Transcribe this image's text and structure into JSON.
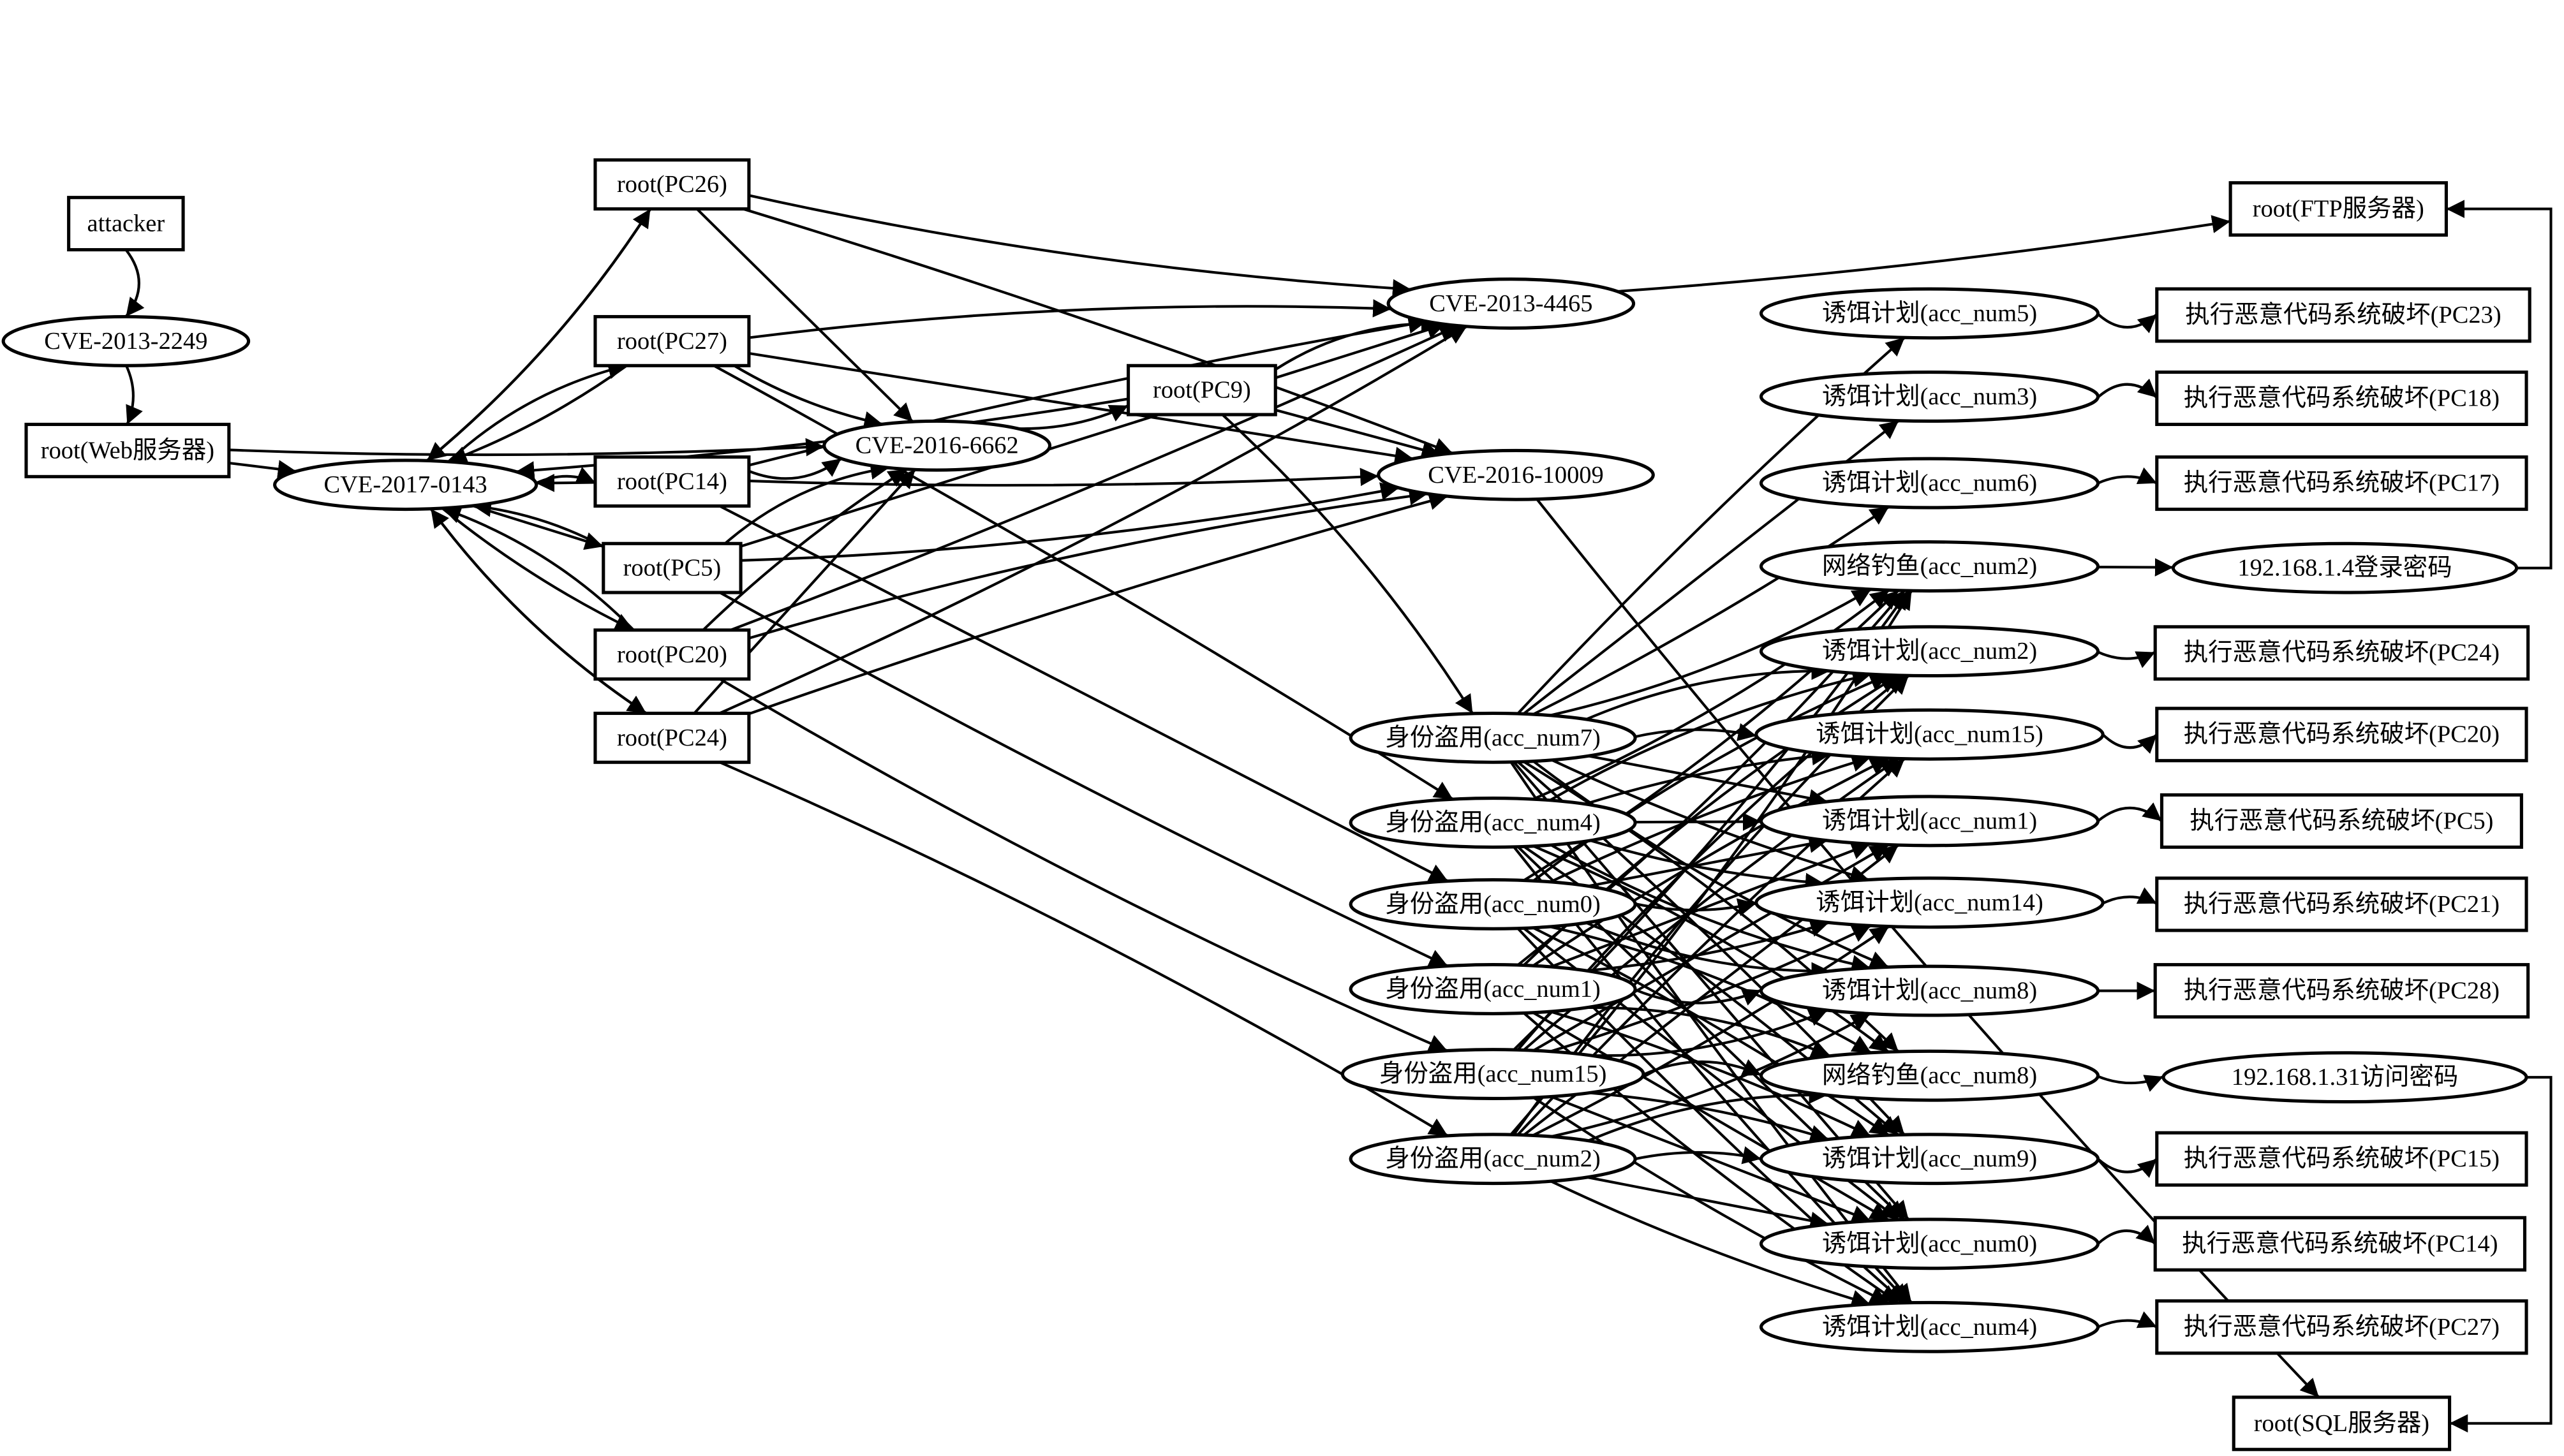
{
  "title": "攻击图",
  "nodes": [
    {
      "id": "attacker",
      "label": "attacker",
      "shape": "box"
    },
    {
      "id": "cve20132249",
      "label": "CVE-2013-2249",
      "shape": "ellipse"
    },
    {
      "id": "rootweb",
      "label": "root(Web服务器)",
      "shape": "box"
    },
    {
      "id": "cve20170143",
      "label": "CVE-2017-0143",
      "shape": "ellipse"
    },
    {
      "id": "pc26",
      "label": "root(PC26)",
      "shape": "box"
    },
    {
      "id": "pc27",
      "label": "root(PC27)",
      "shape": "box"
    },
    {
      "id": "pc14",
      "label": "root(PC14)",
      "shape": "box"
    },
    {
      "id": "pc5",
      "label": "root(PC5)",
      "shape": "box"
    },
    {
      "id": "pc20",
      "label": "root(PC20)",
      "shape": "box"
    },
    {
      "id": "pc24",
      "label": "root(PC24)",
      "shape": "box"
    },
    {
      "id": "cve20166662",
      "label": "CVE-2016-6662",
      "shape": "ellipse"
    },
    {
      "id": "pc9",
      "label": "root(PC9)",
      "shape": "box"
    },
    {
      "id": "cve20134465",
      "label": "CVE-2013-4465",
      "shape": "ellipse"
    },
    {
      "id": "cve201610009",
      "label": "CVE-2016-10009",
      "shape": "ellipse"
    },
    {
      "id": "id7",
      "label": "身份盗用(acc_num7)",
      "shape": "ellipse"
    },
    {
      "id": "id4",
      "label": "身份盗用(acc_num4)",
      "shape": "ellipse"
    },
    {
      "id": "id0",
      "label": "身份盗用(acc_num0)",
      "shape": "ellipse"
    },
    {
      "id": "id1",
      "label": "身份盗用(acc_num1)",
      "shape": "ellipse"
    },
    {
      "id": "id15",
      "label": "身份盗用(acc_num15)",
      "shape": "ellipse"
    },
    {
      "id": "id2",
      "label": "身份盗用(acc_num2)",
      "shape": "ellipse"
    },
    {
      "id": "bait5",
      "label": "诱饵计划(acc_num5)",
      "shape": "ellipse"
    },
    {
      "id": "bait3",
      "label": "诱饵计划(acc_num3)",
      "shape": "ellipse"
    },
    {
      "id": "bait6",
      "label": "诱饵计划(acc_num6)",
      "shape": "ellipse"
    },
    {
      "id": "phish2",
      "label": "网络钓鱼(acc_num2)",
      "shape": "ellipse"
    },
    {
      "id": "bait2",
      "label": "诱饵计划(acc_num2)",
      "shape": "ellipse"
    },
    {
      "id": "bait15",
      "label": "诱饵计划(acc_num15)",
      "shape": "ellipse"
    },
    {
      "id": "bait1",
      "label": "诱饵计划(acc_num1)",
      "shape": "ellipse"
    },
    {
      "id": "bait14",
      "label": "诱饵计划(acc_num14)",
      "shape": "ellipse"
    },
    {
      "id": "bait8",
      "label": "诱饵计划(acc_num8)",
      "shape": "ellipse"
    },
    {
      "id": "phish8",
      "label": "网络钓鱼(acc_num8)",
      "shape": "ellipse"
    },
    {
      "id": "bait9",
      "label": "诱饵计划(acc_num9)",
      "shape": "ellipse"
    },
    {
      "id": "bait0",
      "label": "诱饵计划(acc_num0)",
      "shape": "ellipse"
    },
    {
      "id": "bait4",
      "label": "诱饵计划(acc_num4)",
      "shape": "ellipse"
    },
    {
      "id": "rootftp",
      "label": "root(FTP服务器)",
      "shape": "box"
    },
    {
      "id": "pw14",
      "label": "192.168.1.4登录密码",
      "shape": "ellipse"
    },
    {
      "id": "pw131",
      "label": "192.168.1.31访问密码",
      "shape": "ellipse"
    },
    {
      "id": "rootsql",
      "label": "root(SQL服务器)",
      "shape": "box"
    },
    {
      "id": "mal23",
      "label": "执行恶意代码系统破坏(PC23)",
      "shape": "box"
    },
    {
      "id": "mal18",
      "label": "执行恶意代码系统破坏(PC18)",
      "shape": "box"
    },
    {
      "id": "mal17",
      "label": "执行恶意代码系统破坏(PC17)",
      "shape": "box"
    },
    {
      "id": "mal24",
      "label": "执行恶意代码系统破坏(PC24)",
      "shape": "box"
    },
    {
      "id": "mal20",
      "label": "执行恶意代码系统破坏(PC20)",
      "shape": "box"
    },
    {
      "id": "mal5",
      "label": "执行恶意代码系统破坏(PC5)",
      "shape": "box"
    },
    {
      "id": "mal21",
      "label": "执行恶意代码系统破坏(PC21)",
      "shape": "box"
    },
    {
      "id": "mal28",
      "label": "执行恶意代码系统破坏(PC28)",
      "shape": "box"
    },
    {
      "id": "mal15",
      "label": "执行恶意代码系统破坏(PC15)",
      "shape": "box"
    },
    {
      "id": "mal14",
      "label": "执行恶意代码系统破坏(PC14)",
      "shape": "box"
    },
    {
      "id": "mal27",
      "label": "执行恶意代码系统破坏(PC27)",
      "shape": "box"
    }
  ],
  "edges": [
    [
      "attacker",
      "cve20132249"
    ],
    [
      "cve20132249",
      "rootweb"
    ],
    [
      "rootweb",
      "cve20170143"
    ],
    [
      "rootweb",
      "cve20166662"
    ],
    [
      "cve20170143",
      "pc26"
    ],
    [
      "cve20170143",
      "pc27"
    ],
    [
      "cve20170143",
      "pc14"
    ],
    [
      "cve20170143",
      "pc5"
    ],
    [
      "cve20170143",
      "pc20"
    ],
    [
      "cve20170143",
      "pc24"
    ],
    [
      "pc26",
      "cve20170143"
    ],
    [
      "pc27",
      "cve20170143"
    ],
    [
      "pc14",
      "cve20170143"
    ],
    [
      "pc5",
      "cve20170143"
    ],
    [
      "pc20",
      "cve20170143"
    ],
    [
      "pc24",
      "cve20170143"
    ],
    [
      "pc9",
      "cve20170143"
    ],
    [
      "pc26",
      "cve20166662"
    ],
    [
      "pc27",
      "cve20166662"
    ],
    [
      "pc14",
      "cve20166662"
    ],
    [
      "pc5",
      "cve20166662"
    ],
    [
      "pc20",
      "cve20166662"
    ],
    [
      "pc24",
      "cve20166662"
    ],
    [
      "cve20166662",
      "pc9"
    ],
    [
      "pc26",
      "cve20134465"
    ],
    [
      "pc27",
      "cve20134465"
    ],
    [
      "pc14",
      "cve20134465"
    ],
    [
      "pc5",
      "cve20134465"
    ],
    [
      "pc20",
      "cve20134465"
    ],
    [
      "pc24",
      "cve20134465"
    ],
    [
      "pc9",
      "cve20134465"
    ],
    [
      "pc26",
      "cve201610009"
    ],
    [
      "pc27",
      "cve201610009"
    ],
    [
      "pc14",
      "cve201610009"
    ],
    [
      "pc5",
      "cve201610009"
    ],
    [
      "pc20",
      "cve201610009"
    ],
    [
      "pc24",
      "cve201610009"
    ],
    [
      "pc9",
      "cve201610009"
    ],
    [
      "cve20134465",
      "rootftp"
    ],
    [
      "cve201610009",
      "rootsql"
    ],
    [
      "pc9",
      "id7"
    ],
    [
      "pc27",
      "id4"
    ],
    [
      "pc14",
      "id0"
    ],
    [
      "pc5",
      "id1"
    ],
    [
      "pc20",
      "id15"
    ],
    [
      "pc24",
      "id2"
    ],
    [
      "id7",
      "bait5"
    ],
    [
      "id7",
      "bait3"
    ],
    [
      "id7",
      "bait6"
    ],
    [
      "id7",
      "phish2"
    ],
    [
      "id7",
      "bait2"
    ],
    [
      "id7",
      "bait15"
    ],
    [
      "id7",
      "bait1"
    ],
    [
      "id7",
      "bait14"
    ],
    [
      "id7",
      "bait8"
    ],
    [
      "id7",
      "phish8"
    ],
    [
      "id7",
      "bait9"
    ],
    [
      "id7",
      "bait0"
    ],
    [
      "id7",
      "bait4"
    ],
    [
      "id4",
      "phish2"
    ],
    [
      "id4",
      "bait2"
    ],
    [
      "id4",
      "bait15"
    ],
    [
      "id4",
      "bait1"
    ],
    [
      "id4",
      "bait14"
    ],
    [
      "id4",
      "bait8"
    ],
    [
      "id4",
      "phish8"
    ],
    [
      "id4",
      "bait9"
    ],
    [
      "id4",
      "bait0"
    ],
    [
      "id4",
      "bait4"
    ],
    [
      "id0",
      "phish2"
    ],
    [
      "id0",
      "bait2"
    ],
    [
      "id0",
      "bait15"
    ],
    [
      "id0",
      "bait1"
    ],
    [
      "id0",
      "bait14"
    ],
    [
      "id0",
      "bait8"
    ],
    [
      "id0",
      "phish8"
    ],
    [
      "id0",
      "bait9"
    ],
    [
      "id0",
      "bait0"
    ],
    [
      "id0",
      "bait4"
    ],
    [
      "id1",
      "phish2"
    ],
    [
      "id1",
      "bait2"
    ],
    [
      "id1",
      "bait15"
    ],
    [
      "id1",
      "bait1"
    ],
    [
      "id1",
      "bait14"
    ],
    [
      "id1",
      "bait8"
    ],
    [
      "id1",
      "phish8"
    ],
    [
      "id1",
      "bait9"
    ],
    [
      "id1",
      "bait0"
    ],
    [
      "id1",
      "bait4"
    ],
    [
      "id15",
      "phish2"
    ],
    [
      "id15",
      "bait2"
    ],
    [
      "id15",
      "bait15"
    ],
    [
      "id15",
      "bait1"
    ],
    [
      "id15",
      "bait14"
    ],
    [
      "id15",
      "bait8"
    ],
    [
      "id15",
      "phish8"
    ],
    [
      "id15",
      "bait9"
    ],
    [
      "id15",
      "bait0"
    ],
    [
      "id15",
      "bait4"
    ],
    [
      "id2",
      "phish2"
    ],
    [
      "id2",
      "bait2"
    ],
    [
      "id2",
      "bait15"
    ],
    [
      "id2",
      "bait1"
    ],
    [
      "id2",
      "bait14"
    ],
    [
      "id2",
      "bait8"
    ],
    [
      "id2",
      "phish8"
    ],
    [
      "id2",
      "bait9"
    ],
    [
      "id2",
      "bait0"
    ],
    [
      "id2",
      "bait4"
    ],
    [
      "bait5",
      "mal23"
    ],
    [
      "bait3",
      "mal18"
    ],
    [
      "bait6",
      "mal17"
    ],
    [
      "phish2",
      "pw14"
    ],
    [
      "bait2",
      "mal24"
    ],
    [
      "bait15",
      "mal20"
    ],
    [
      "bait1",
      "mal5"
    ],
    [
      "bait14",
      "mal21"
    ],
    [
      "bait8",
      "mal28"
    ],
    [
      "phish8",
      "pw131"
    ],
    [
      "bait9",
      "mal15"
    ],
    [
      "bait0",
      "mal14"
    ],
    [
      "bait4",
      "mal27"
    ],
    [
      "pw14",
      "rootftp"
    ],
    [
      "pw131",
      "rootsql"
    ]
  ]
}
